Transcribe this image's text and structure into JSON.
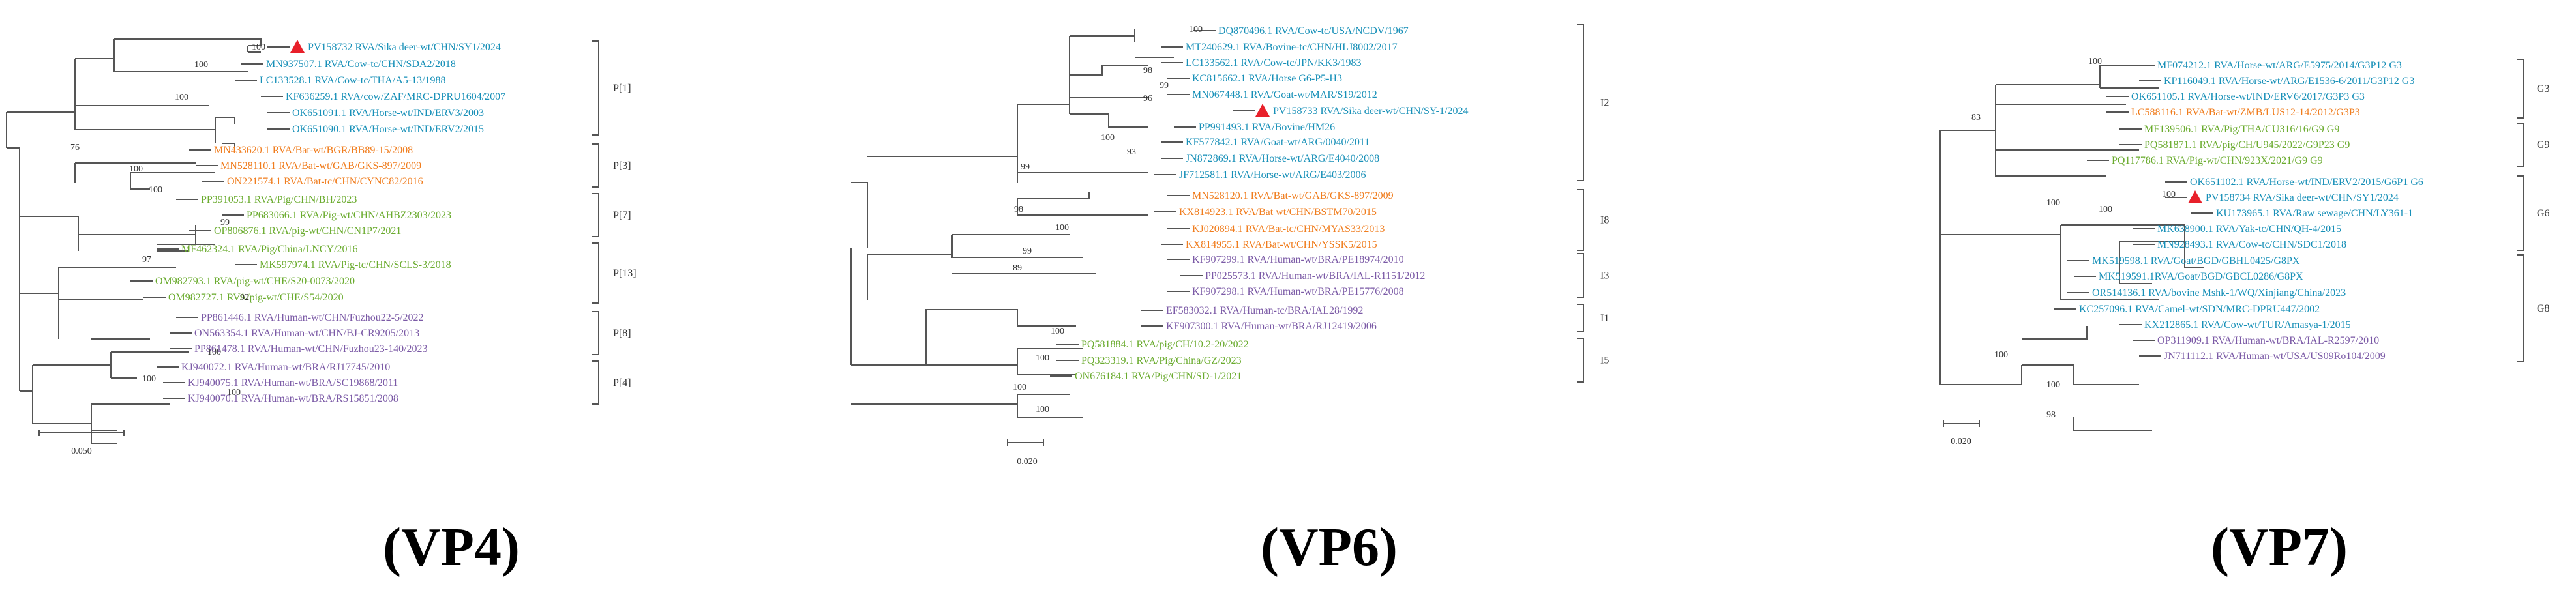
{
  "colors": {
    "branch": "#555555",
    "bootstrap": "#333333",
    "marker": "#e8202a",
    "teal": "#1890b8",
    "orange": "#f07d1e",
    "green": "#6aab2e",
    "purple": "#7b5aa6",
    "bracket": "#555555"
  },
  "panels": [
    {
      "id": "vp4",
      "title": "(VP4)",
      "scale_label": "0.050",
      "leaves": [
        {
          "label": "PV158732 RVA/Sika deer-wt/CHN/SY1/2024",
          "color": "teal",
          "marker": true
        },
        {
          "label": "MN937507.1 RVA/Cow-tc/CHN/SDA2/2018",
          "color": "teal"
        },
        {
          "label": "LC133528.1 RVA/Cow-tc/THA/A5-13/1988",
          "color": "teal"
        },
        {
          "label": "KF636259.1 RVA/cow/ZAF/MRC-DPRU1604/2007",
          "color": "teal"
        },
        {
          "label": "OK651091.1 RVA/Horse-wt/IND/ERV3/2003",
          "color": "teal"
        },
        {
          "label": "OK651090.1 RVA/Horse-wt/IND/ERV2/2015",
          "color": "teal"
        },
        {
          "label": "MN433620.1 RVA/Bat-wt/BGR/BB89-15/2008",
          "color": "orange"
        },
        {
          "label": "MN528110.1 RVA/Bat-wt/GAB/GKS-897/2009",
          "color": "orange"
        },
        {
          "label": "ON221574.1 RVA/Bat-tc/CHN/CYNC82/2016",
          "color": "orange"
        },
        {
          "label": "PP391053.1 RVA/Pig/CHN/BH/2023",
          "color": "green"
        },
        {
          "label": "PP683066.1 RVA/Pig-wt/CHN/AHBZ2303/2023",
          "color": "green"
        },
        {
          "label": "OP806876.1 RVA/pig-wt/CHN/CN1P7/2021",
          "color": "green"
        },
        {
          "label": "MF462324.1 RVA/Pig/China/LNCY/2016",
          "color": "green"
        },
        {
          "label": "MK597974.1 RVA/Pig-tc/CHN/SCLS-3/2018",
          "color": "green"
        },
        {
          "label": "OM982793.1 RVA/pig-wt/CHE/S20-0073/2020",
          "color": "green"
        },
        {
          "label": "OM982727.1 RVA/pig-wt/CHE/S54/2020",
          "color": "green"
        },
        {
          "label": "PP861446.1 RVA/Human-wt/CHN/Fuzhou22-5/2022",
          "color": "purple"
        },
        {
          "label": "ON563354.1 RVA/Human-wt/CHN/BJ-CR9205/2013",
          "color": "purple"
        },
        {
          "label": "PP861478.1 RVA/Human-wt/CHN/Fuzhou23-140/2023",
          "color": "purple"
        },
        {
          "label": "KJ940072.1 RVA/Human-wt/BRA/RJ17745/2010",
          "color": "purple"
        },
        {
          "label": "KJ940075.1 RVA/Human-wt/BRA/SC19868/2011",
          "color": "purple"
        },
        {
          "label": "KJ940070.1 RVA/Human-wt/BRA/RS15851/2008",
          "color": "purple"
        }
      ],
      "bootstraps": [
        "100",
        "100",
        "100",
        "76",
        "100",
        "100",
        "99",
        "97",
        "92",
        "100",
        "100",
        "100"
      ],
      "groups": [
        {
          "label": "P[1]",
          "from": 0,
          "to": 5
        },
        {
          "label": "P[3]",
          "from": 6,
          "to": 8
        },
        {
          "label": "P[7]",
          "from": 9,
          "to": 11
        },
        {
          "label": "P[13]",
          "from": 12,
          "to": 15
        },
        {
          "label": "P[8]",
          "from": 16,
          "to": 18
        },
        {
          "label": "P[4]",
          "from": 19,
          "to": 21
        }
      ]
    },
    {
      "id": "vp6",
      "title": "(VP6)",
      "scale_label": "0.020",
      "leaves": [
        {
          "label": "DQ870496.1 RVA/Cow-tc/USA/NCDV/1967",
          "color": "teal"
        },
        {
          "label": "MT240629.1 RVA/Bovine-tc/CHN/HLJ8002/2017",
          "color": "teal"
        },
        {
          "label": "LC133562.1 RVA/Cow-tc/JPN/KK3/1983",
          "color": "teal"
        },
        {
          "label": "KC815662.1 RVA/Horse G6-P5-H3",
          "color": "teal"
        },
        {
          "label": "MN067448.1 RVA/Goat-wt/MAR/S19/2012",
          "color": "teal"
        },
        {
          "label": "PV158733 RVA/Sika deer-wt/CHN/SY-1/2024",
          "color": "teal",
          "marker": true
        },
        {
          "label": "PP991493.1 RVA/Bovine/HM26",
          "color": "teal"
        },
        {
          "label": "KF577842.1 RVA/Goat-wt/ARG/0040/2011",
          "color": "teal"
        },
        {
          "label": "JN872869.1 RVA/Horse-wt/ARG/E4040/2008",
          "color": "teal"
        },
        {
          "label": "JF712581.1 RVA/Horse-wt/ARG/E403/2006",
          "color": "teal"
        },
        {
          "label": "MN528120.1 RVA/Bat-wt/GAB/GKS-897/2009",
          "color": "orange"
        },
        {
          "label": "KX814923.1 RVA/Bat wt/CHN/BSTM70/2015",
          "color": "orange"
        },
        {
          "label": "KJ020894.1 RVA/Bat-tc/CHN/MYAS33/2013",
          "color": "orange"
        },
        {
          "label": "KX814955.1 RVA/Bat-wt/CHN/YSSK5/2015",
          "color": "orange"
        },
        {
          "label": "KF907299.1 RVA/Human-wt/BRA/PE18974/2010",
          "color": "purple"
        },
        {
          "label": "PP025573.1 RVA/Human-wt/BRA/IAL-R1151/2012",
          "color": "purple"
        },
        {
          "label": "KF907298.1 RVA/Human-wt/BRA/PE15776/2008",
          "color": "purple"
        },
        {
          "label": "EF583032.1 RVA/Human-tc/BRA/IAL28/1992",
          "color": "purple"
        },
        {
          "label": "KF907300.1 RVA/Human-wt/BRA/RJ12419/2006",
          "color": "purple"
        },
        {
          "label": "PQ581884.1 RVA/pig/CH/10.2-20/2022",
          "color": "green"
        },
        {
          "label": "PQ323319.1 RVA/Pig/China/GZ/2023",
          "color": "green"
        },
        {
          "label": "ON676184.1 RVA/Pig/CHN/SD-1/2021",
          "color": "green"
        }
      ],
      "bootstraps": [
        "100",
        "99",
        "98",
        "96",
        "100",
        "93",
        "99",
        "98",
        "100",
        "99",
        "89",
        "100",
        "100",
        "100",
        "100"
      ],
      "groups": [
        {
          "label": "I2",
          "from": 0,
          "to": 9
        },
        {
          "label": "I8",
          "from": 10,
          "to": 13
        },
        {
          "label": "I3",
          "from": 14,
          "to": 16
        },
        {
          "label": "I1",
          "from": 17,
          "to": 18
        },
        {
          "label": "I5",
          "from": 19,
          "to": 21
        }
      ]
    },
    {
      "id": "vp7",
      "title": "(VP7)",
      "scale_label": "0.020",
      "leaves": [
        {
          "label": "MF074212.1 RVA/Horse-wt/ARG/E5975/2014/G3P12 G3",
          "color": "teal"
        },
        {
          "label": "KP116049.1 RVA/Horse-wt/ARG/E1536-6/2011/G3P12 G3",
          "color": "teal"
        },
        {
          "label": "OK651105.1 RVA/Horse-wt/IND/ERV6/2017/G3P3 G3",
          "color": "teal"
        },
        {
          "label": "LC588116.1 RVA/Bat-wt/ZMB/LUS12-14/2012/G3P3",
          "color": "orange"
        },
        {
          "label": "MF139506.1 RVA/Pig/THA/CU316/16/G9 G9",
          "color": "green"
        },
        {
          "label": "PQ581871.1 RVA/pig/CH/U945/2022/G9P23 G9",
          "color": "green"
        },
        {
          "label": "PQ117786.1 RVA/Pig-wt/CHN/923X/2021/G9 G9",
          "color": "green"
        },
        {
          "label": "OK651102.1 RVA/Horse-wt/IND/ERV2/2015/G6P1 G6",
          "color": "teal"
        },
        {
          "label": "PV158734 RVA/Sika deer-wt/CHN/SY1/2024",
          "color": "teal",
          "marker": true
        },
        {
          "label": "KU173965.1 RVA/Raw sewage/CHN/LY361-1",
          "color": "teal"
        },
        {
          "label": "MK638900.1 RVA/Yak-tc/CHN/QH-4/2015",
          "color": "teal"
        },
        {
          "label": "MN928493.1 RVA/Cow-tc/CHN/SDC1/2018",
          "color": "teal"
        },
        {
          "label": "MK519598.1 RVA/Goat/BGD/GBHL0425/G8PX",
          "color": "teal"
        },
        {
          "label": "MK519591.1RVA/Goat/BGD/GBCL0286/G8PX",
          "color": "teal"
        },
        {
          "label": "OR514136.1 RVA/bovine Mshk-1/WQ/Xinjiang/China/2023",
          "color": "teal"
        },
        {
          "label": "KC257096.1 RVA/Camel-wt/SDN/MRC-DPRU447/2002",
          "color": "teal"
        },
        {
          "label": "KX212865.1 RVA/Cow-wt/TUR/Amasya-1/2015",
          "color": "teal"
        },
        {
          "label": "OP311909.1 RVA/Human-wt/BRA/IAL-R2597/2010",
          "color": "purple"
        },
        {
          "label": "JN711112.1 RVA/Human-wt/USA/US09Ro104/2009",
          "color": "purple"
        }
      ],
      "bootstraps": [
        "100",
        "83",
        "100",
        "100",
        "100",
        "100",
        "100",
        "98"
      ],
      "groups": [
        {
          "label": "G3",
          "from": 0,
          "to": 3
        },
        {
          "label": "G9",
          "from": 4,
          "to": 6
        },
        {
          "label": "G6",
          "from": 7,
          "to": 11
        },
        {
          "label": "G8",
          "from": 12,
          "to": 18
        }
      ]
    }
  ]
}
